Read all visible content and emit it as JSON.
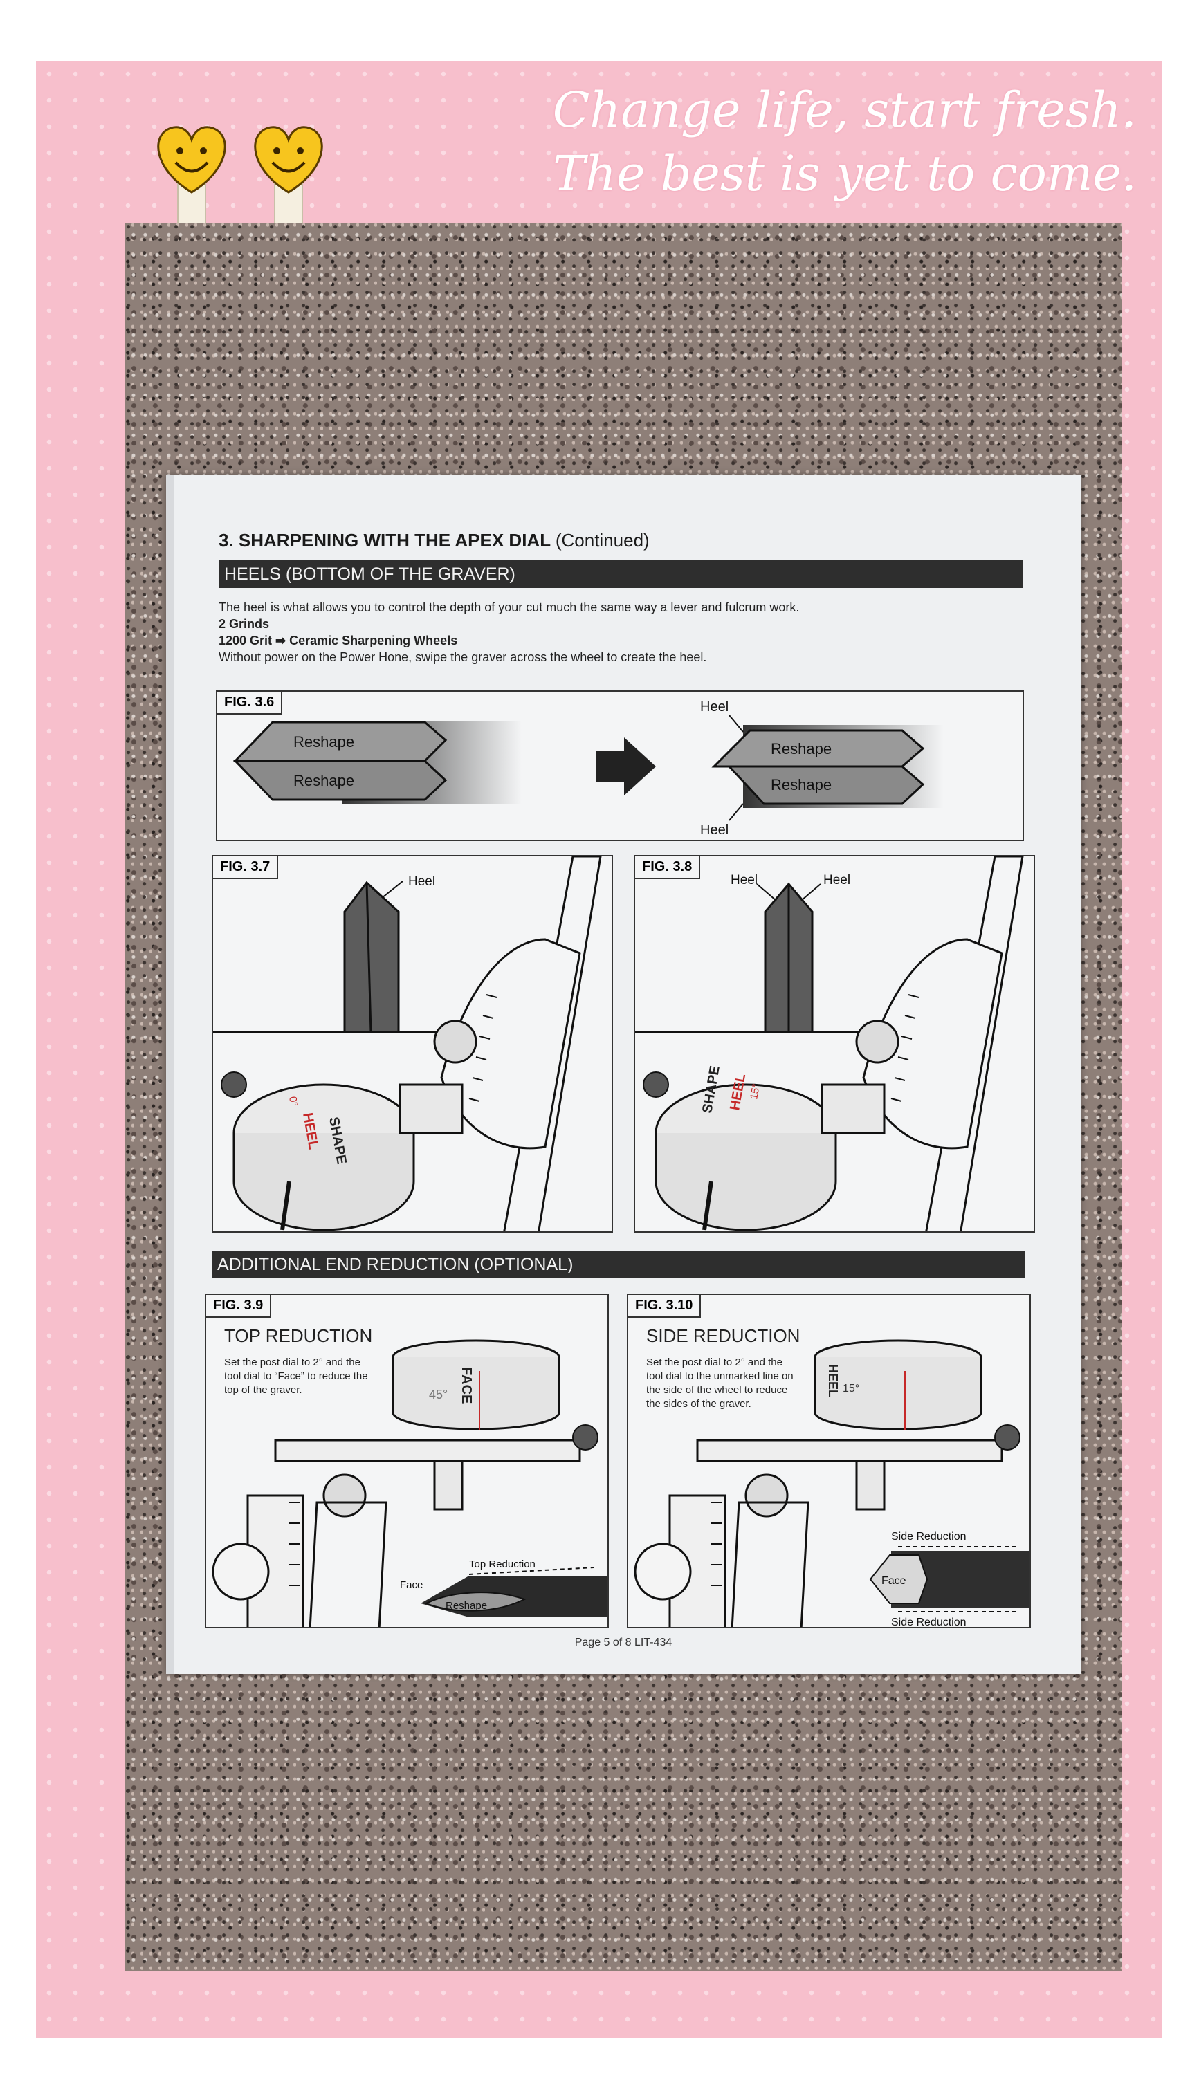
{
  "frame": {
    "slogan_line1": "Change life, start fresh.",
    "slogan_line2": "The best is yet to come.",
    "colors": {
      "pink": "#f7bfcc",
      "paper": "#eef0f2",
      "bar": "#2e2e2e",
      "accent_red": "#c62828"
    },
    "stickers": [
      "smiley-heart-icon",
      "smiley-heart-icon"
    ]
  },
  "page": {
    "heading": "3. SHARPENING WITH THE APEX DIAL",
    "heading_suffix": "(Continued)",
    "section1_title": "HEELS (BOTTOM OF THE GRAVER)",
    "intro": "The heel is what allows you to control the depth of your cut much the same way a lever and fulcrum work.",
    "grinds": "2 Grinds",
    "grit": "1200 Grit ➡ Ceramic Sharpening Wheels",
    "instruction": "Without power on the Power Hone, swipe the graver across the wheel to create the heel.",
    "fig36": {
      "label": "FIG. 3.6",
      "reshape": "Reshape",
      "heel": "Heel"
    },
    "fig37": {
      "label": "FIG. 3.7",
      "heel": "Heel",
      "dial_shape": "SHAPE",
      "dial_heel": "HEEL",
      "dial_deg": "0°"
    },
    "fig38": {
      "label": "FIG. 3.8",
      "heel": "Heel",
      "dial_shape": "SHAPE",
      "dial_heel": "HEEL",
      "dial_deg": "15°"
    },
    "section2_title": "ADDITIONAL END REDUCTION (OPTIONAL)",
    "fig39": {
      "label": "FIG. 3.9",
      "title": "TOP REDUCTION",
      "text": "Set the post dial to 2° and the tool dial to “Face” to reduce the top of the graver.",
      "dial_face": "FACE",
      "dial_deg": "45°",
      "face": "Face",
      "top_reduction": "Top Reduction",
      "reshape": "Reshape"
    },
    "fig310": {
      "label": "FIG. 3.10",
      "title": "SIDE REDUCTION",
      "text": "Set the post dial to 2° and the tool dial to the unmarked line on the side of the wheel to reduce the sides of the graver.",
      "dial_heel": "HEEL",
      "dial_deg": "15°",
      "side_reduction": "Side Reduction",
      "face": "Face"
    },
    "footer": "Page 5 of 8   LIT-434"
  }
}
